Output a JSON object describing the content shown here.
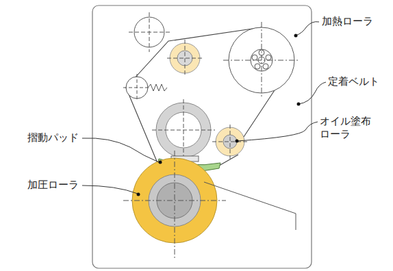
{
  "diagram": {
    "labels": [
      "加熱ローラ",
      "定着ベルト",
      "オイル塗布 ローラ",
      "摺動パッド",
      "加圧ローラ"
    ]
  }
}
